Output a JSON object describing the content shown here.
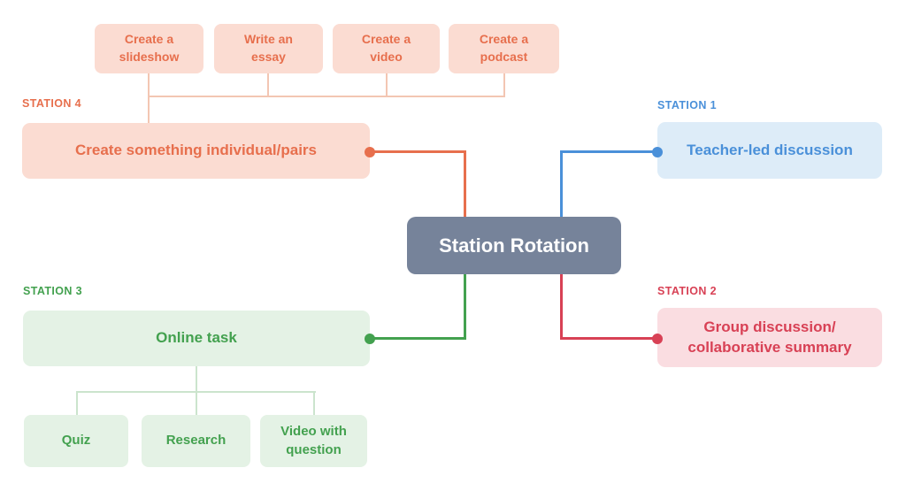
{
  "diagram": {
    "title": "Station Rotation"
  },
  "stations": [
    {
      "label": "STATION 1",
      "name": "Teacher-led discussion",
      "color": "#4a90d9",
      "bg": "#ddecf8"
    },
    {
      "label": "STATION 2",
      "name_lines": [
        "Group discussion/",
        "collaborative summary"
      ],
      "color": "#d84155",
      "bg": "#fadde1"
    },
    {
      "label": "STATION 3",
      "name": "Online task",
      "color": "#43a14f",
      "bg": "#e4f2e5",
      "children": [
        {
          "lines": [
            "Quiz"
          ]
        },
        {
          "lines": [
            "Research"
          ]
        },
        {
          "lines": [
            "Video with",
            "question"
          ]
        }
      ]
    },
    {
      "label": "STATION 4",
      "name": "Create something individual/pairs",
      "color": "#e76f4d",
      "bg": "#fbdcd2",
      "children": [
        {
          "lines": [
            "Create a",
            "slideshow"
          ]
        },
        {
          "lines": [
            "Write an",
            "essay"
          ]
        },
        {
          "lines": [
            "Create a",
            "video"
          ]
        },
        {
          "lines": [
            "Create a",
            "podcast"
          ]
        }
      ]
    }
  ],
  "colors": {
    "center_node": "#76839a",
    "center_text": "#ffffff",
    "orange": "#e76f4d",
    "orange_light_line": "#f3c6b3",
    "blue": "#4a90d9",
    "green": "#43a14f",
    "green_light_line": "#cbe4cd",
    "red": "#d84155",
    "canvas_bg": "#ffffff"
  }
}
